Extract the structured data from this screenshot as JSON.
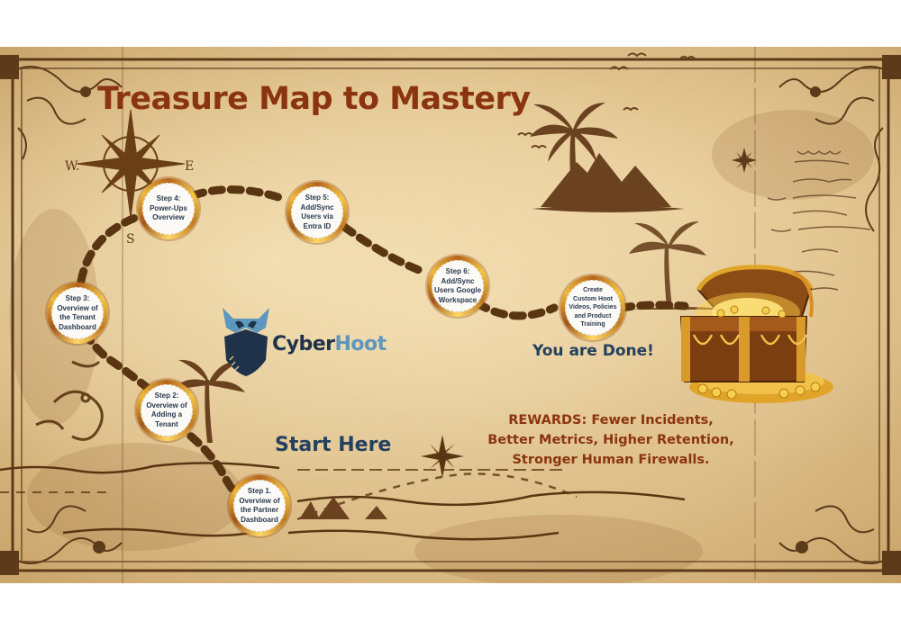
{
  "title": "Treasure Map to Mastery",
  "brand": {
    "name_part1": "Cyber",
    "name_part2": "Hoot",
    "colors": {
      "dark": "#1e3349",
      "light": "#5e97bd"
    }
  },
  "compass": {
    "west": "W.",
    "east": "E",
    "south": "S"
  },
  "steps": [
    {
      "id": "step1",
      "lines": [
        "Step 1.",
        "Overview of",
        "the Partner",
        "Dashboard"
      ]
    },
    {
      "id": "step2",
      "lines": [
        "Step 2:",
        "Overview of",
        "Adding a",
        "Tenant"
      ]
    },
    {
      "id": "step3",
      "lines": [
        "Step 3:",
        "Overview of",
        "the Tenant",
        "Dashboard"
      ]
    },
    {
      "id": "step4",
      "lines": [
        "Step 4:",
        "Power-Ups",
        "Overview"
      ]
    },
    {
      "id": "step5",
      "lines": [
        "Step 5:",
        "Add/Sync",
        "Users via",
        "Entra ID"
      ]
    },
    {
      "id": "step6",
      "lines": [
        "Step 6:",
        "Add/Sync",
        "Users Google",
        "Workspace"
      ]
    },
    {
      "id": "final",
      "lines": [
        "Create",
        "Custom Hoot",
        "Videos, Policies",
        "and Product",
        "Training"
      ]
    }
  ],
  "start_label": "Start Here",
  "done_label": "You are Done!",
  "rewards": {
    "lines": [
      "REWARDS: Fewer Incidents,",
      "Better Metrics, Higher Retention,",
      "Stronger Human Firewalls."
    ]
  },
  "colors": {
    "title": "#8b3410",
    "navy_text": "#23405e",
    "path": "#5a3512",
    "parchment": "#dcbd87"
  }
}
